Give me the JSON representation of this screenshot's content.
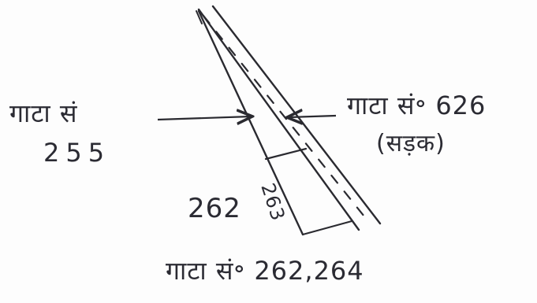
{
  "labels": {
    "left_plot_name": "गाटा सं",
    "left_plot_number": "255",
    "right_plot_name": "गाटा सं॰ 626",
    "right_plot_type": "(सड़क)",
    "plot_262": "262",
    "plot_263": "263",
    "bottom_plots": "गाटा सं॰ 262,264"
  },
  "colors": {
    "ink": "#2a2a30",
    "paper": "#fdfdfd"
  }
}
